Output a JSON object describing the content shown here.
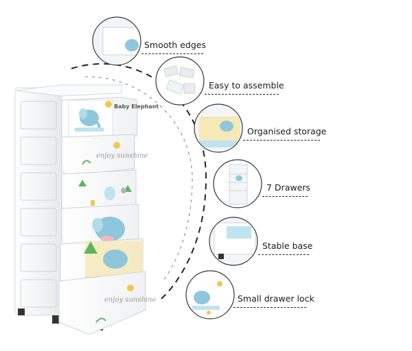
{
  "features": [
    {
      "label": "Smooth edges",
      "icon": "drawer-corner-closeup"
    },
    {
      "label": "Easy to assemble",
      "icon": "assembly-parts"
    },
    {
      "label": "Organised storage",
      "icon": "open-drawer-closeup"
    },
    {
      "label": "7 Drawers",
      "icon": "drawer-unit-thumbnail"
    },
    {
      "label": "Stable base",
      "icon": "base-wheel-closeup"
    },
    {
      "label": "Small drawer lock",
      "icon": "drawer-lock-closeup"
    }
  ],
  "drawer_art": {
    "baby_elephant_text": "Baby Elephant",
    "sunshine_text": "enjoy sunshine"
  },
  "colors": {
    "cabinet": "#f4f5f7",
    "elephant_blue": "#8ec7dc",
    "sun_yellow": "#f2c94c",
    "leaf_green": "#5cb85c",
    "sand": "#f6e9b8"
  }
}
